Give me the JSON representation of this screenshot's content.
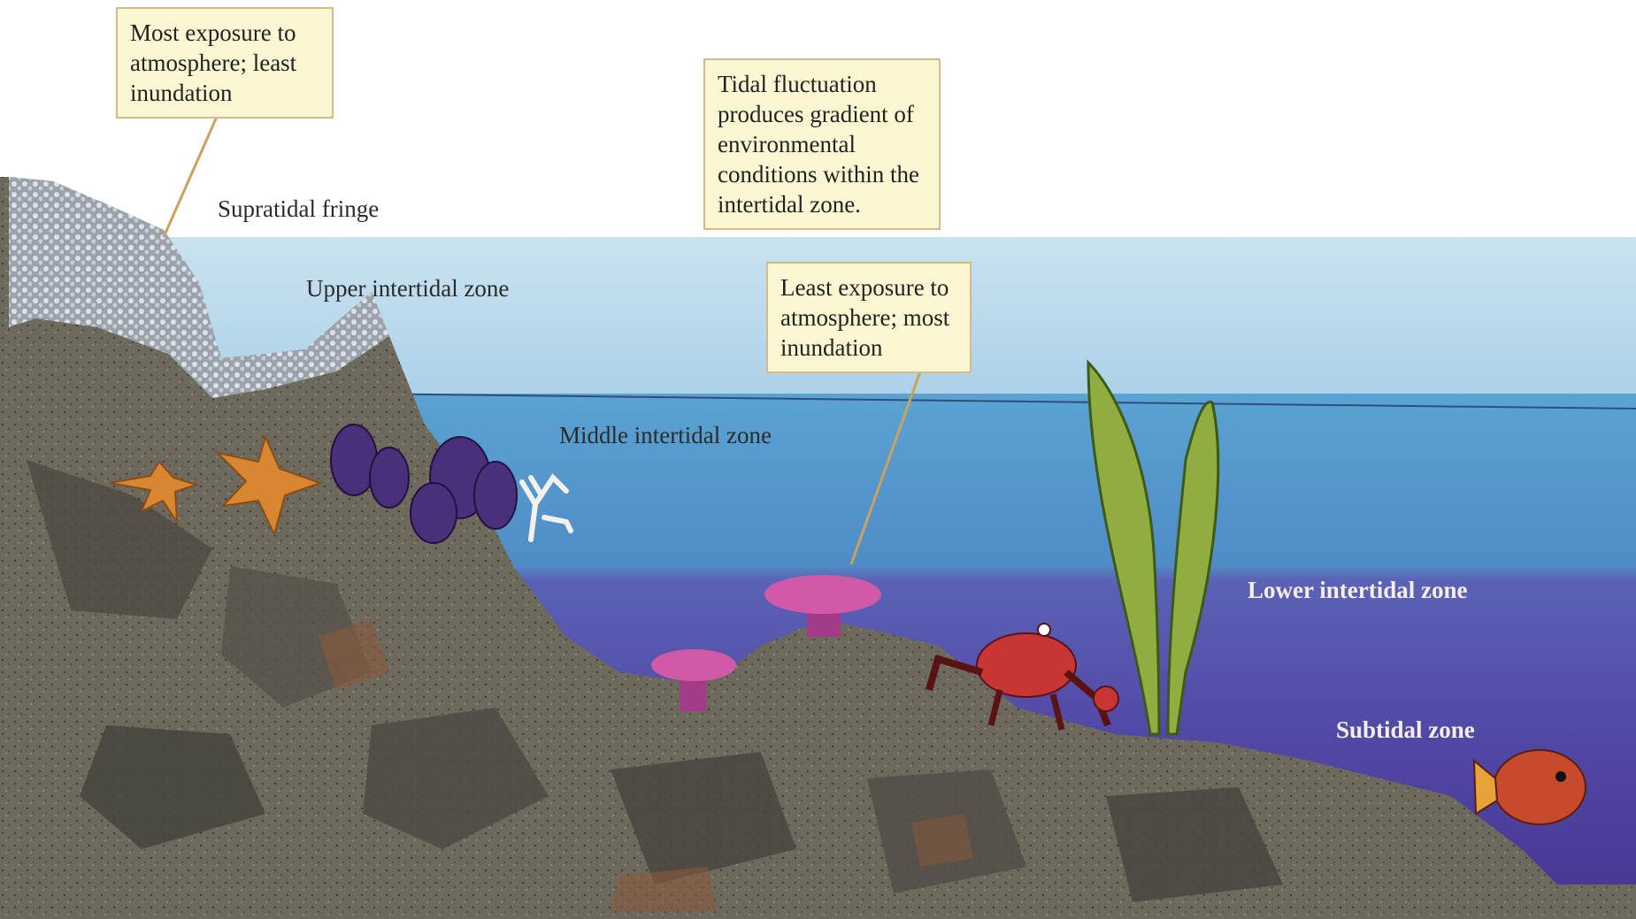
{
  "callouts": {
    "supratidal_note": "Most exposure to atmosphere; least inundation",
    "tidal_note": "Tidal fluctuation produces gradient of environmental conditions within the intertidal zone.",
    "lower_note": "Least exposure to atmosphere; most inundation"
  },
  "zones": {
    "supratidal": "Supratidal fringe",
    "upper": "Upper intertidal zone",
    "middle": "Middle intertidal zone",
    "lower": "Lower intertidal zone",
    "subtidal": "Subtidal zone"
  },
  "colors": {
    "sky": "#bcd9ea",
    "sea_upper": "#5a9fcd",
    "sea_middle": "#5a5fb0",
    "sea_lower": "#4f3f9a",
    "rock": "#6e6a5e",
    "callout_bg": "#fbf7d2",
    "callout_border": "#d8b98a"
  },
  "organisms": [
    "sea-star",
    "mussel-cluster",
    "coral",
    "sea-anemone",
    "crab",
    "kelp",
    "fish"
  ]
}
